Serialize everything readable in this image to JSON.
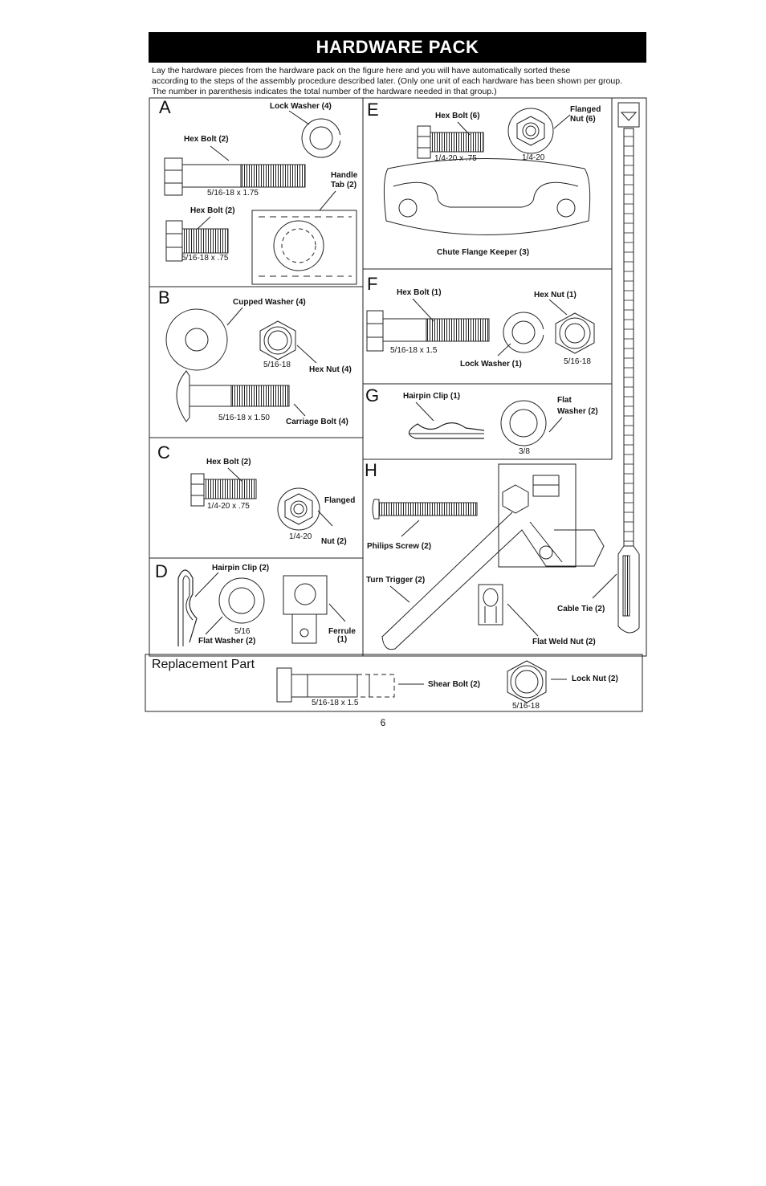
{
  "header": {
    "title": "HARDWARE PACK"
  },
  "intro": [
    "Lay the hardware pieces from the hardware pack on the figure here and you will have automatically sorted these",
    "according to the steps of the assembly procedure described later. (Only one unit of each hardware has been shown per group.",
    "The number in parenthesis indicates the total number of the hardware needed in that group.)"
  ],
  "groups": {
    "A": {
      "letter": "A",
      "lock_washer": "Lock Washer  (4)",
      "hex_bolt_1": "Hex Bolt  (2)",
      "size_1": "5/16-18 x 1.75",
      "handle_tab_1": "Handle",
      "handle_tab_2": "Tab (2)",
      "hex_bolt_2": "Hex Bolt  (2)",
      "size_2": "5/16-18 x .75"
    },
    "B": {
      "letter": "B",
      "cupped_washer": "Cupped Washer  (4)",
      "nut_size": "5/16-18",
      "hex_nut": "Hex Nut  (4)",
      "bolt_size": "5/16-18 x 1.50",
      "carriage_bolt": "Carriage Bolt  (4)"
    },
    "C": {
      "letter": "C",
      "hex_bolt": "Hex Bolt  (2)",
      "bolt_size": "1/4-20 x .75",
      "flanged": "Flanged",
      "nut_size": "1/4-20",
      "nut": "Nut  (2)"
    },
    "D": {
      "letter": "D",
      "hairpin": "Hairpin Clip (2)",
      "washer_size": "5/16",
      "flat_washer": "Flat Washer  (2)",
      "ferrule_1": "Ferrule",
      "ferrule_2": "(1)"
    },
    "E": {
      "letter": "E",
      "hex_bolt": "Hex Bolt  (6)",
      "bolt_size": "1/4-20 x .75",
      "flanged_1": "Flanged",
      "flanged_2": "Nut   (6)",
      "nut_size": "1/4-20",
      "keeper": "Chute Flange Keeper  (3)"
    },
    "F": {
      "letter": "F",
      "hex_bolt": "Hex Bolt  (1)",
      "hex_nut": "Hex Nut  (1)",
      "bolt_size": "5/16-18 x 1.5",
      "lock_washer": "Lock Washer  (1)",
      "nut_size": "5/16-18"
    },
    "G": {
      "letter": "G",
      "hairpin": "Hairpin Clip  (1)",
      "flat_1": "Flat",
      "flat_2": "Washer  (2)",
      "washer_size": "3/8"
    },
    "H": {
      "letter": "H",
      "screw": "Philips Screw  (2)",
      "trigger": "Turn Trigger  (2)",
      "cable_tie": "Cable Tie  (2)",
      "weld_nut": "Flat Weld Nut  (2)"
    },
    "replacement": {
      "title": "Replacement  Part",
      "shear_bolt": "Shear Bolt  (2)",
      "bolt_size": "5/16-18 x 1.5",
      "lock_nut": "Lock Nut  (2)",
      "nut_size": "5/16-18"
    }
  },
  "page_number": "6"
}
